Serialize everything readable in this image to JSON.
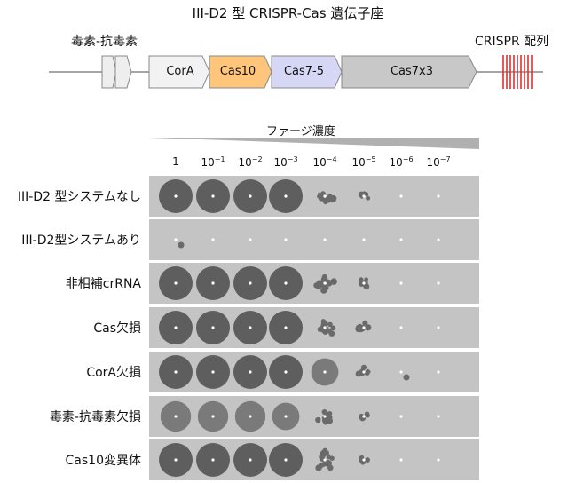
{
  "title": "III-D2 型 CRISPR-Cas 遺伝子座",
  "locus": {
    "ta_label": "毒素-抗毒素",
    "crispr_label": "CRISPR 配列",
    "genes": [
      {
        "name": "CorA",
        "color": "#f2f2f2"
      },
      {
        "name": "Cas10",
        "color": "#ffc57a"
      },
      {
        "name": "Cas7-5",
        "color": "#d6d6f5"
      },
      {
        "name": "Cas7x3",
        "color": "#c8c8c8"
      }
    ],
    "crispr_color": "#e03030"
  },
  "assay": {
    "gradient_label": "ファージ濃度",
    "dilutions": [
      {
        "base": "1",
        "exp": ""
      },
      {
        "base": "10",
        "exp": "−1"
      },
      {
        "base": "10",
        "exp": "−2"
      },
      {
        "base": "10",
        "exp": "−3"
      },
      {
        "base": "10",
        "exp": "−4"
      },
      {
        "base": "10",
        "exp": "−5"
      },
      {
        "base": "10",
        "exp": "−6"
      },
      {
        "base": "10",
        "exp": "−7"
      }
    ],
    "rows": [
      {
        "label": "III-D2 型システムなし",
        "lysis": [
          1,
          1,
          1,
          1,
          0.6,
          0.25,
          0.05,
          0.03
        ]
      },
      {
        "label": "III-D2型システムあり",
        "lysis": [
          0.15,
          0.05,
          0.03,
          0.03,
          0.03,
          0.03,
          0.03,
          0.03
        ]
      },
      {
        "label": "非相補crRNA",
        "lysis": [
          1,
          1,
          1,
          1,
          0.65,
          0.3,
          0.05,
          0.03
        ]
      },
      {
        "label": "Cas欠損",
        "lysis": [
          1,
          1,
          1,
          1,
          0.7,
          0.3,
          0.08,
          0.05
        ]
      },
      {
        "label": "CorA欠損",
        "lysis": [
          1,
          1,
          1,
          1,
          0.8,
          0.35,
          0.12,
          0.05
        ]
      },
      {
        "label": "毒素-抗毒素欠損",
        "lysis": [
          0.9,
          0.9,
          0.9,
          0.8,
          0.55,
          0.2,
          0.04,
          0.03
        ]
      },
      {
        "label": "Cas10変異体",
        "lysis": [
          1,
          1,
          1,
          1,
          0.75,
          0.3,
          0.05,
          0.03
        ]
      }
    ]
  }
}
